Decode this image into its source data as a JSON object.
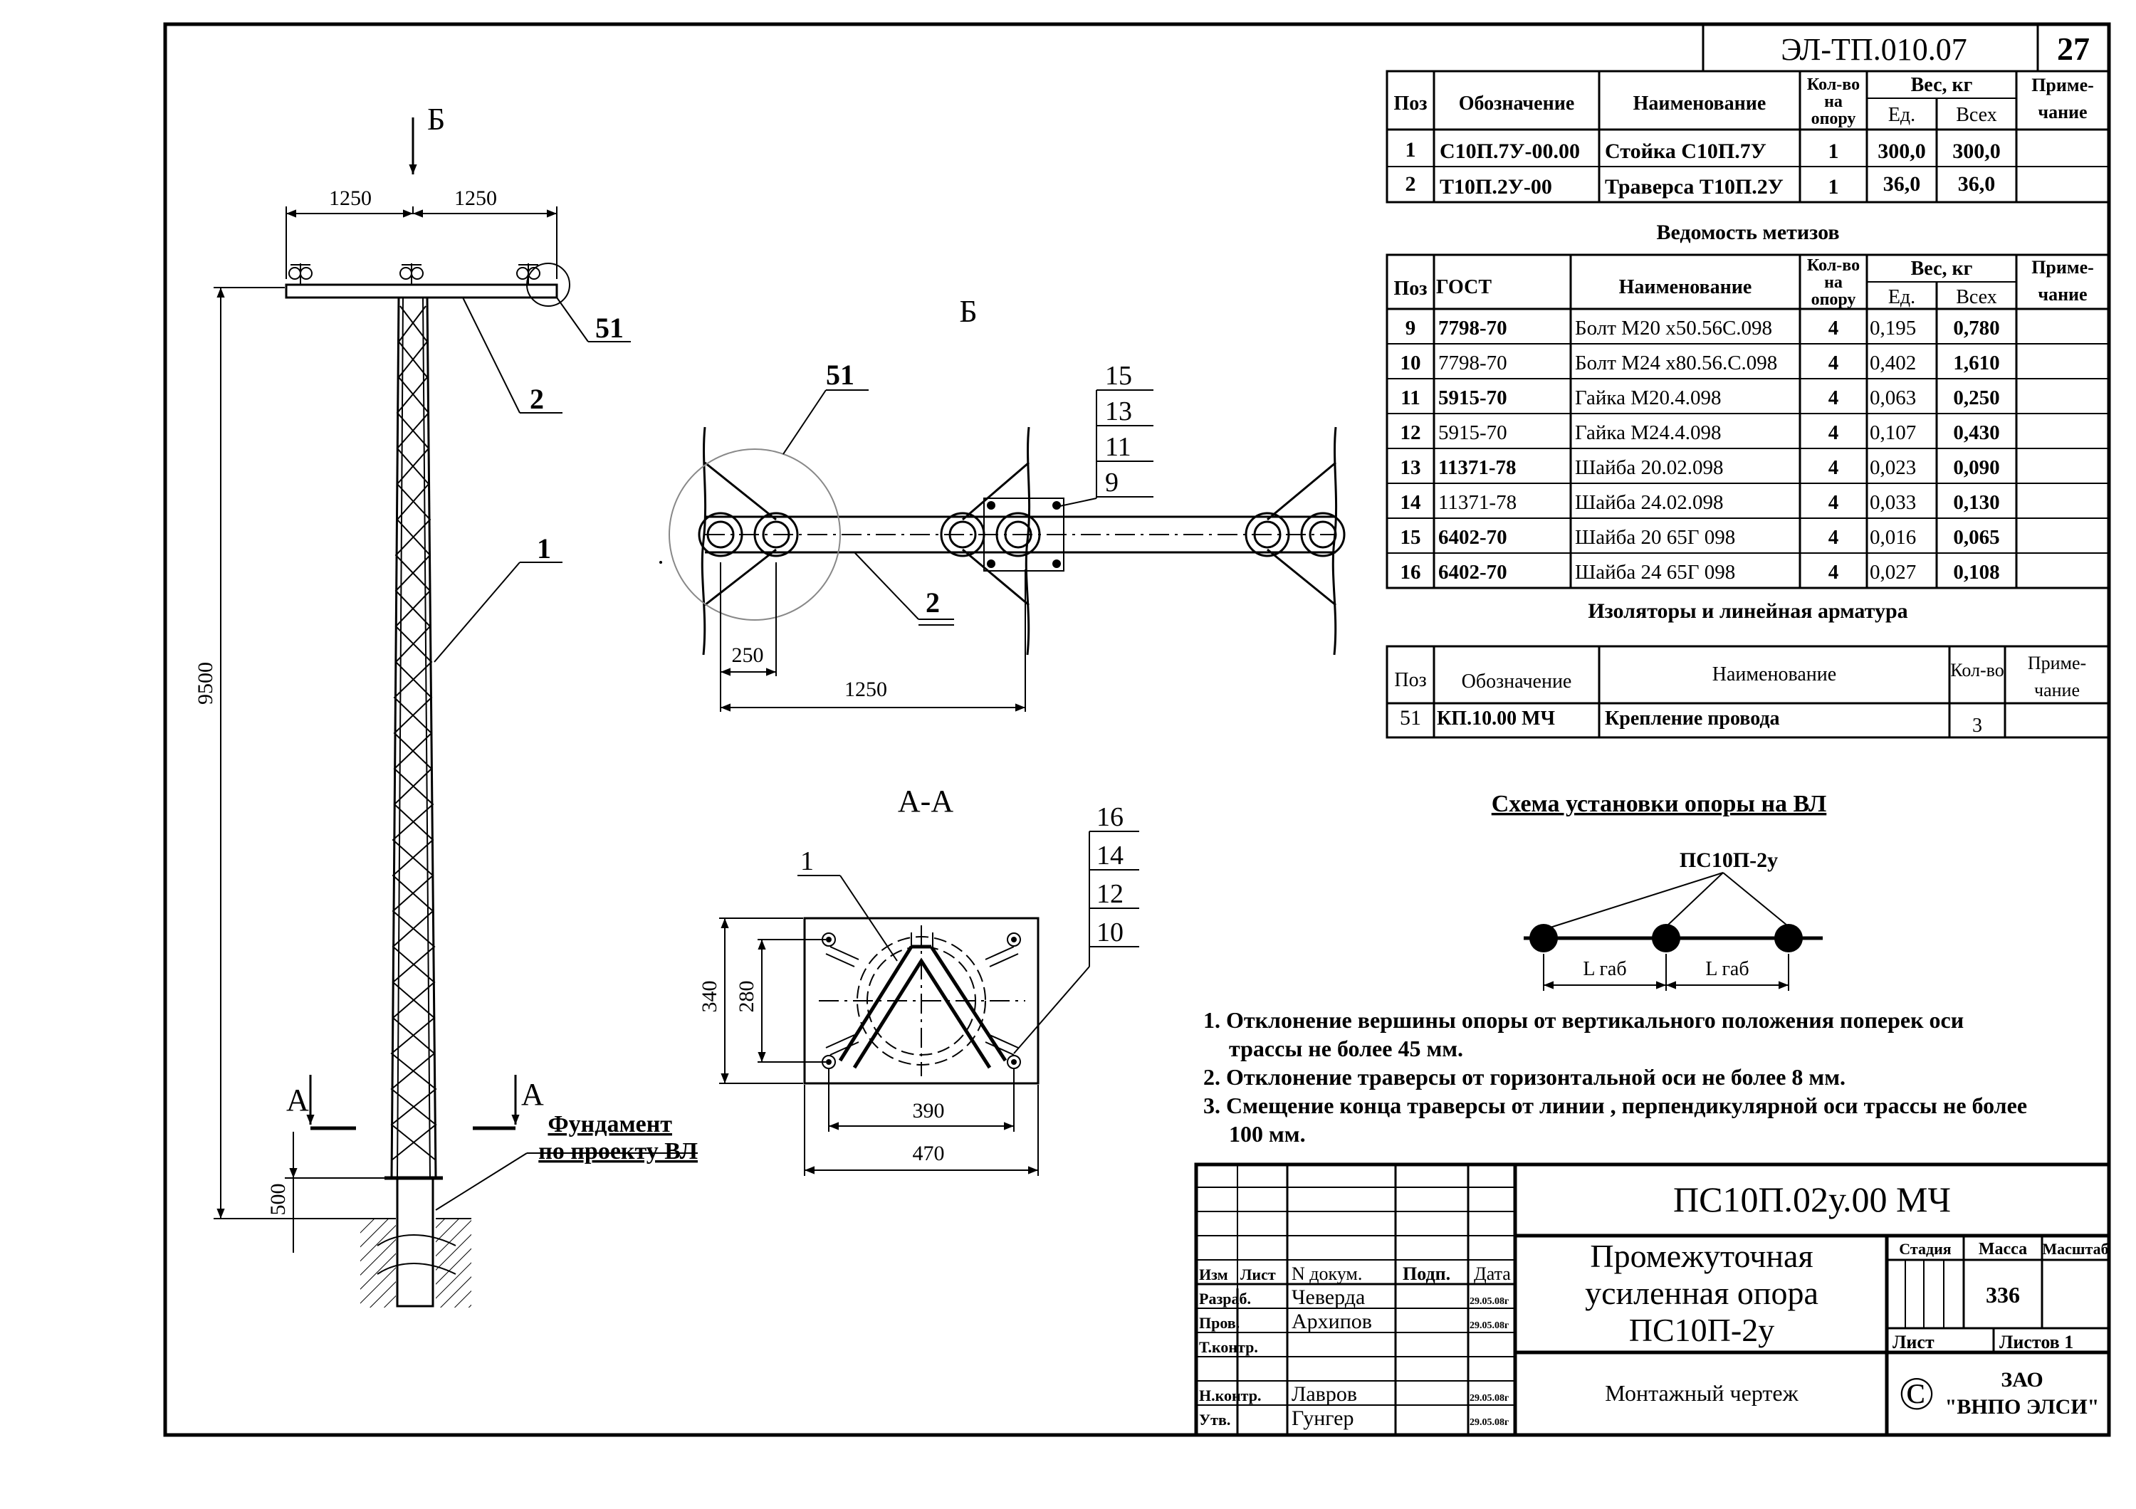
{
  "sheet": {
    "doc_code": "ЭЛ-ТП.010.07",
    "page_number": "27"
  },
  "spec_table": {
    "headers": {
      "pos": "Поз",
      "designation": "Обозначение",
      "name": "Наименование",
      "qty_l1": "Кол-во",
      "qty_l2": "на",
      "qty_l3": "опору",
      "weight": "Вес, кг",
      "unit": "Ед.",
      "total": "Всех",
      "note_l1": "Приме-",
      "note_l2": "чание"
    },
    "rows": [
      {
        "pos": "1",
        "designation": "С10П.7У-00.00",
        "name": "Стойка   С10П.7У",
        "qty": "1",
        "unit": "300,0",
        "total": "300,0"
      },
      {
        "pos": "2",
        "designation": "Т10П.2У-00",
        "name": "Траверса Т10П.2У",
        "qty": "1",
        "unit": "36,0",
        "total": "36,0"
      }
    ]
  },
  "hardware_table": {
    "title": "Ведомость метизов",
    "headers": {
      "pos": "Поз",
      "gost": "ГОСТ",
      "name": "Наименование",
      "qty_l1": "Кол-во",
      "qty_l2": "на",
      "qty_l3": "опору",
      "weight": "Вес, кг",
      "unit": "Ед.",
      "total": "Всех",
      "note_l1": "Приме-",
      "note_l2": "чание"
    },
    "rows": [
      {
        "pos": "9",
        "gost": "7798-70",
        "name": "Болт М20 х50.56С.098",
        "qty": "4",
        "unit": "0,195",
        "total": "0,780"
      },
      {
        "pos": "10",
        "gost": "7798-70",
        "name": "Болт М24 х80.56.С.098",
        "qty": "4",
        "unit": "0,402",
        "total": "1,610"
      },
      {
        "pos": "11",
        "gost": "5915-70",
        "name": "Гайка  М20.4.098",
        "qty": "4",
        "unit": "0,063",
        "total": "0,250"
      },
      {
        "pos": "12",
        "gost": "5915-70",
        "name": "Гайка  М24.4.098",
        "qty": "4",
        "unit": "0,107",
        "total": "0,430"
      },
      {
        "pos": "13",
        "gost": "11371-78",
        "name": "Шайба  20.02.098",
        "qty": "4",
        "unit": "0,023",
        "total": "0,090"
      },
      {
        "pos": "14",
        "gost": "11371-78",
        "name": "Шайба  24.02.098",
        "qty": "4",
        "unit": "0,033",
        "total": "0,130"
      },
      {
        "pos": "15",
        "gost": "6402-70",
        "name": "Шайба  20 65Г 098",
        "qty": "4",
        "unit": "0,016",
        "total": "0,065"
      },
      {
        "pos": "16",
        "gost": "6402-70",
        "name": "Шайба  24 65Г 098",
        "qty": "4",
        "unit": "0,027",
        "total": "0,108"
      }
    ]
  },
  "insulator_table": {
    "title": "Изоляторы и линейная арматура",
    "headers": {
      "pos": "Поз",
      "designation": "Обозначение",
      "name": "Наименование",
      "qty": "Кол-во",
      "note_l1": "Приме-",
      "note_l2": "чание"
    },
    "rows": [
      {
        "pos": "51",
        "designation": "КП.10.00 МЧ",
        "name": "Крепление провода",
        "qty": "3"
      }
    ]
  },
  "scheme": {
    "title": "Схема установки опоры на ВЛ",
    "label": "ПС10П-2у",
    "span_left": "L габ",
    "span_right": "L габ"
  },
  "notes": [
    {
      "l1": "1. Отклонение вершины опоры от вертикального положения поперек оси",
      "l2": "трассы не более 45 мм."
    },
    {
      "l1": "2. Отклонение траверсы от горизонтальной оси не более  8 мм.",
      "l2": ""
    },
    {
      "l1": "3. Смещение конца траверсы от линии , перпендикулярной оси трассы не более",
      "l2": "100 мм."
    }
  ],
  "main_view": {
    "view_b_label": "Б",
    "dim_left": "1250",
    "dim_right": "1250",
    "dim_height": "9500",
    "dim_foundation": "500",
    "callout_51": "51",
    "callout_2": "2",
    "callout_1": "1",
    "section_a_left": "А",
    "section_a_right": "А",
    "foundation_l1": "Фундамент",
    "foundation_l2": "по проекту ВЛ"
  },
  "view_b": {
    "title": "Б",
    "callout_51": "51",
    "callout_2": "2",
    "callouts": [
      "15",
      "13",
      "11",
      "9"
    ],
    "dim_250": "250",
    "dim_1250": "1250"
  },
  "section_aa": {
    "title": "А-А",
    "callout_1": "1",
    "callouts": [
      "16",
      "14",
      "12",
      "10"
    ],
    "dim_340": "340",
    "dim_280": "280",
    "dim_390": "390",
    "dim_470": "470"
  },
  "title_block": {
    "designation": "ПС10П.02у.00 МЧ",
    "name_l1": "Промежуточная",
    "name_l2": "усиленная опора",
    "name_l3": "ПС10П-2у",
    "doc_type": "Монтажный чертеж",
    "hdr_izm": "Изм",
    "hdr_list": "Лист",
    "hdr_ndok": "N докум.",
    "hdr_podp": "Подп.",
    "hdr_data": "Дата",
    "stage": "Стадия",
    "mass": "Масса",
    "scale": "Масштаб",
    "mass_value": "336",
    "sheet_label": "Лист",
    "sheets_label": "Листов  1",
    "company_l1": "ЗАО",
    "company_l2": "\"ВНПО ЭЛСИ\"",
    "copyright": "©",
    "roles": [
      {
        "role": "Разраб.",
        "person": "Чеверда",
        "date": "29.05.08г"
      },
      {
        "role": "Пров.",
        "person": "Архипов",
        "date": "29.05.08г"
      },
      {
        "role": "Т.контр.",
        "person": "",
        "date": ""
      },
      {
        "role": "",
        "person": "",
        "date": ""
      },
      {
        "role": "Н.контр.",
        "person": "Лавров",
        "date": "29.05.08г"
      },
      {
        "role": "Утв.",
        "person": "Гунгер",
        "date": "29.05.08г"
      }
    ]
  }
}
